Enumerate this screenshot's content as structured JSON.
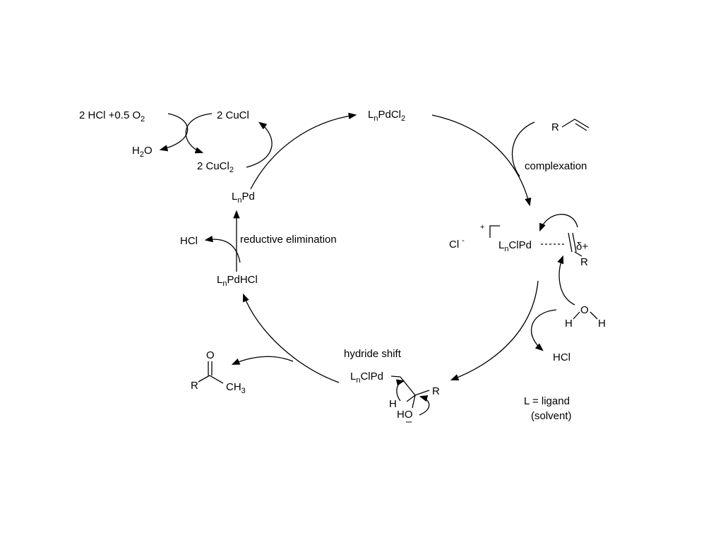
{
  "reagents": {
    "hcl_o2": "2 HCl +0.5 O",
    "hcl_o2_sub": "2",
    "h2o_h": "H",
    "h2o_sub": "2",
    "h2o_o": "O",
    "cucl": "2 CuCl",
    "cucl2": "2 CuCl",
    "cucl2_sub": "2"
  },
  "cycle": {
    "lnpdcl2": {
      "L": "L",
      "n": "n",
      "rest": "PdCl",
      "sub": "2"
    },
    "lnpd": {
      "L": "L",
      "n": "n",
      "rest": "Pd"
    },
    "lnpdhcl": {
      "L": "L",
      "n": "n",
      "rest": "PdHCl"
    },
    "complex": {
      "chloride": "Cl",
      "chloride_charge": "-",
      "plus": "+",
      "L": "L",
      "n": "n",
      "rest": "ClPd",
      "delta": "δ+",
      "R": "R"
    },
    "intermediate": {
      "L": "L",
      "n": "n",
      "rest": "ClPd",
      "R": "R",
      "H": "H",
      "HO": "HO",
      "lonepair": "–"
    }
  },
  "steps": {
    "complexation": "complexation",
    "reductive_elimination": "reductive elimination",
    "hydride_shift": "hydride shift"
  },
  "side": {
    "alkene_R": "R",
    "water": {
      "H1": "H",
      "O": "O",
      "H2": "H"
    },
    "hcl_out_right": "HCl",
    "hcl_out_left": "HCl",
    "product": {
      "O": "O",
      "R": "R",
      "CH": "CH",
      "CH_sub": "3"
    }
  },
  "legend": {
    "line1": "L = ligand",
    "line2": "(solvent)"
  }
}
